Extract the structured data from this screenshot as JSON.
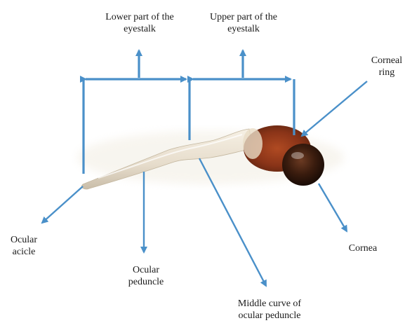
{
  "diagram": {
    "arrow_color": "#4a90c9",
    "labels": {
      "lower_eyestalk": [
        "Lower part of the",
        "eyestalk"
      ],
      "upper_eyestalk": [
        "Upper part of the",
        "eyestalk"
      ],
      "corneal_ring": [
        "Corneal",
        "ring"
      ],
      "cornea": [
        "Cornea"
      ],
      "ocular_acicle": [
        "Ocular",
        "acicle"
      ],
      "ocular_peduncle": [
        "Ocular",
        "peduncle"
      ],
      "middle_curve": [
        "Middle curve of",
        "ocular peduncle"
      ]
    },
    "specimen": {
      "stalk_color": "#ece4d6",
      "stalk_shadow": "#c9bda9",
      "ring_color": "#8a3418",
      "cornea_color": "#2a160d"
    }
  }
}
